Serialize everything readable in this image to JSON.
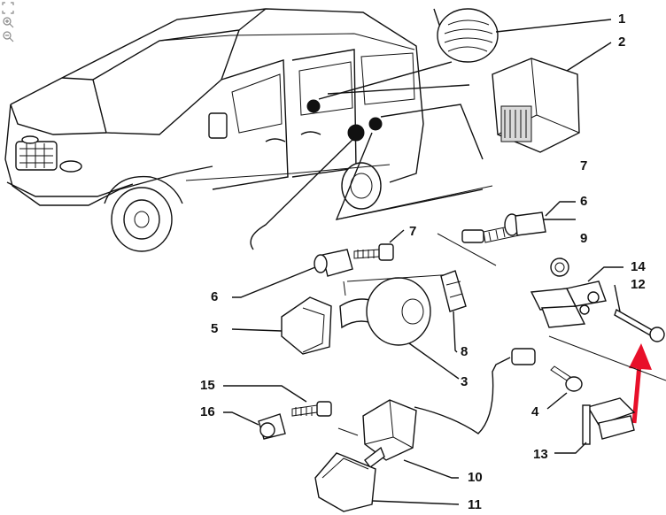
{
  "toolbar": {
    "fit_icon": "fit-page-icon",
    "zoom_in_icon": "zoom-in-icon",
    "zoom_out_icon": "zoom-out-icon"
  },
  "callouts": {
    "c1": "1",
    "c2": "2",
    "c3": "3",
    "c4": "4",
    "c5": "5",
    "c6a": "6",
    "c6b": "6",
    "c7a": "7",
    "c7b": "7",
    "c8": "8",
    "c9": "9",
    "c10": "10",
    "c11": "11",
    "c12": "12",
    "c13": "13",
    "c14": "14",
    "c15": "15",
    "c16": "16"
  },
  "colors": {
    "line": "#111111",
    "arrow": "#e8102a",
    "background": "#ffffff"
  }
}
